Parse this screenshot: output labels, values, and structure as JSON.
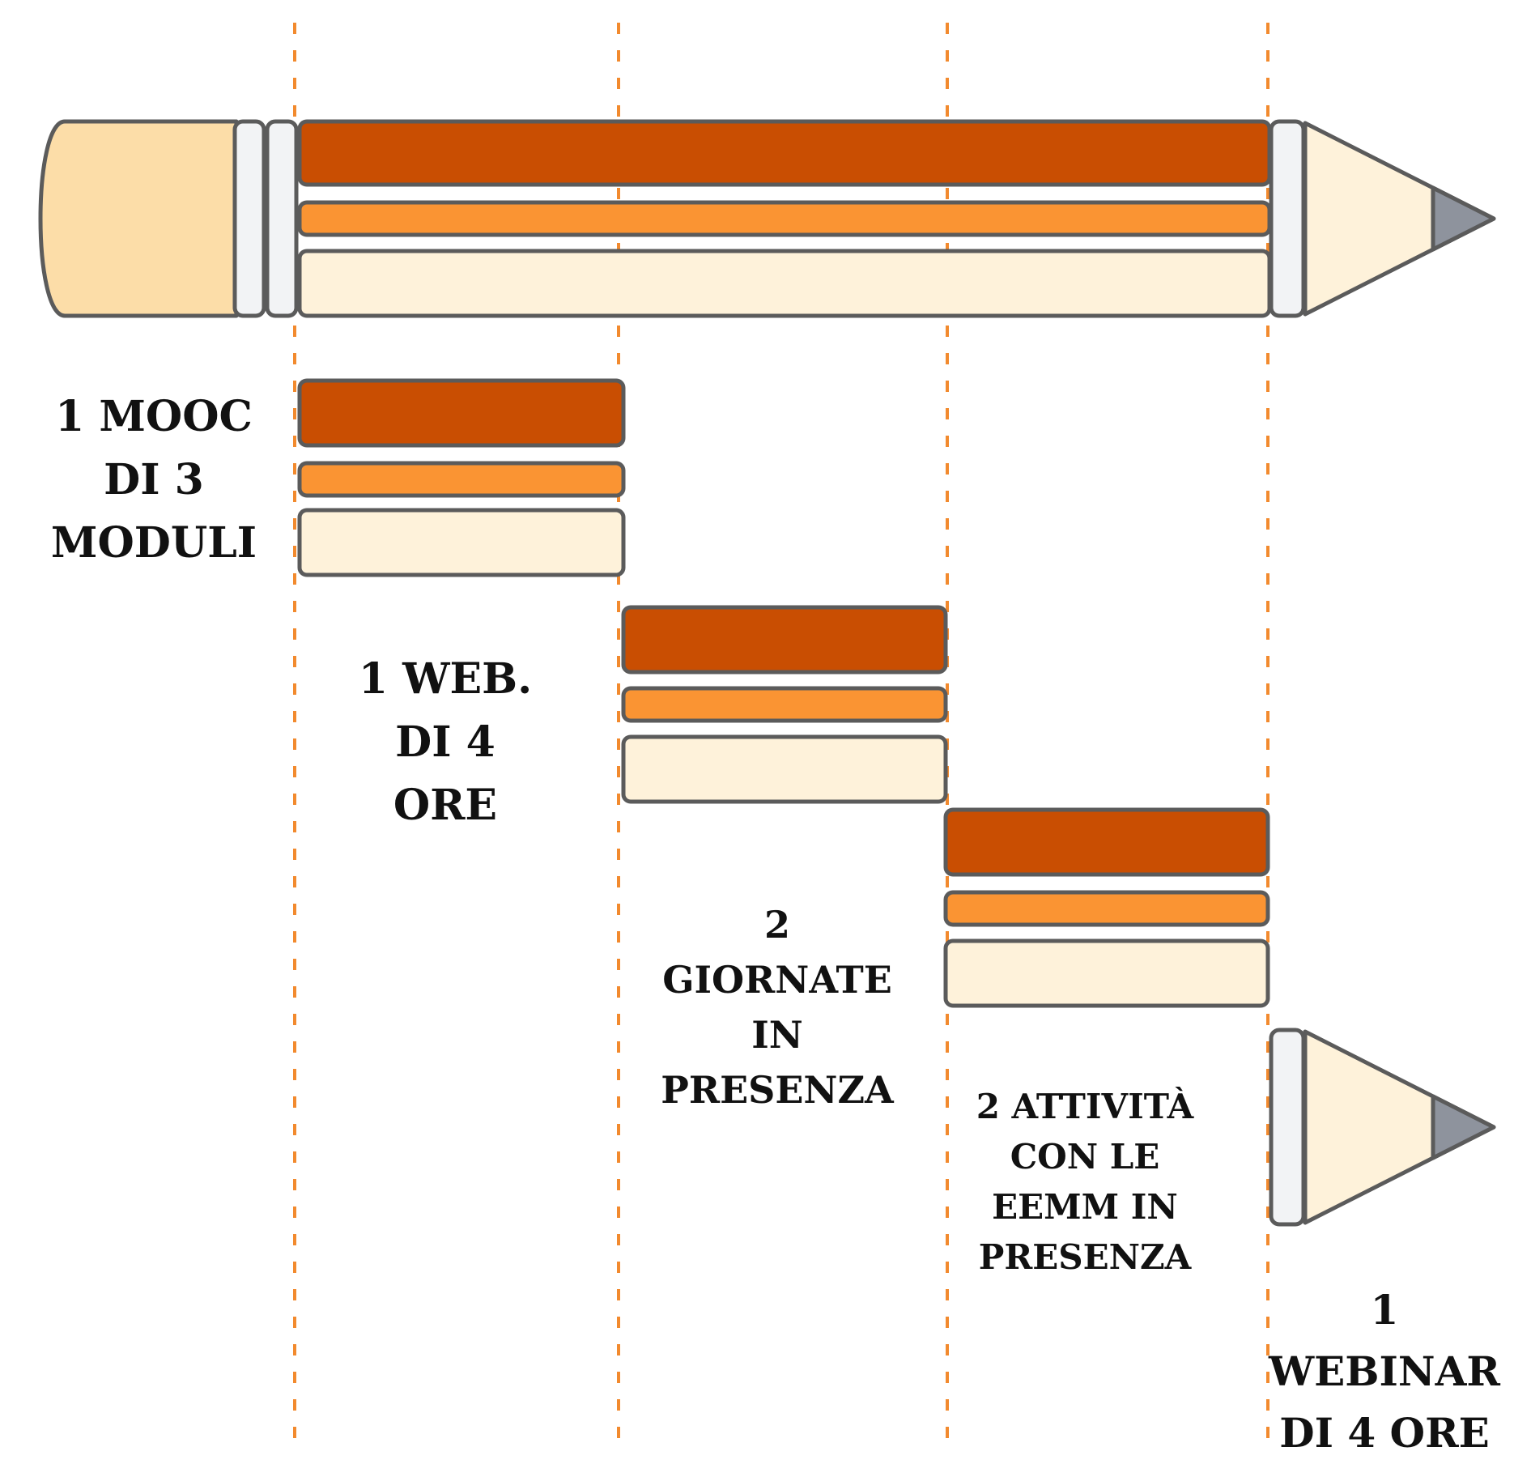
{
  "colors": {
    "dark_band": "#C94E02",
    "mid_band": "#FA9433",
    "light_band": "#FEF2DA",
    "eraser": "#FCDDA8",
    "ferrule": "#F2F3F5",
    "tip_wood": "#FEF2DA",
    "lead": "#8E939D",
    "outline": "#5B5B5B",
    "guide_line": "#F28A2E"
  },
  "icons": {
    "pencil": "pencil-icon",
    "pencil_tip": "pencil-tip-icon"
  },
  "steps": [
    {
      "id": "mooc",
      "label": "1 MOOC\nDI 3\nMODULI"
    },
    {
      "id": "web",
      "label": "1 WEB.\nDI 4\nORE"
    },
    {
      "id": "giornate",
      "label": "2\nGIORNATE\nIN\nPRESENZA"
    },
    {
      "id": "attivita",
      "label": "2 ATTIVITÀ\nCON LE\nEEMM IN\nPRESENZA"
    },
    {
      "id": "webinar",
      "label": "1\nWEBINAR\nDI 4 ORE"
    }
  ]
}
